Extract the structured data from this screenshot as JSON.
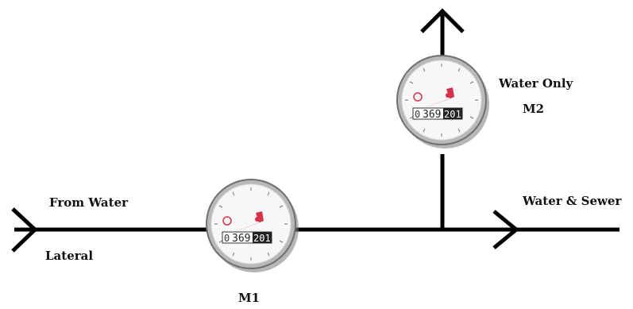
{
  "labels": {
    "from_water": "From Water",
    "lateral": "Lateral",
    "m1": "M1",
    "water_only": "Water Only",
    "m2": "M2",
    "water_sewer": "Water & Sewer"
  },
  "meters": {
    "m1": {
      "reading_main": "369",
      "reading_box": "201",
      "prefix": "0"
    },
    "m2": {
      "reading_main": "369",
      "reading_box": "201",
      "prefix": "0"
    }
  },
  "colors": {
    "pipe": "#000000",
    "dial_pointer": "#d6334a",
    "meter_rim": "#9a9a9a",
    "meter_face": "#f6f6f6"
  }
}
